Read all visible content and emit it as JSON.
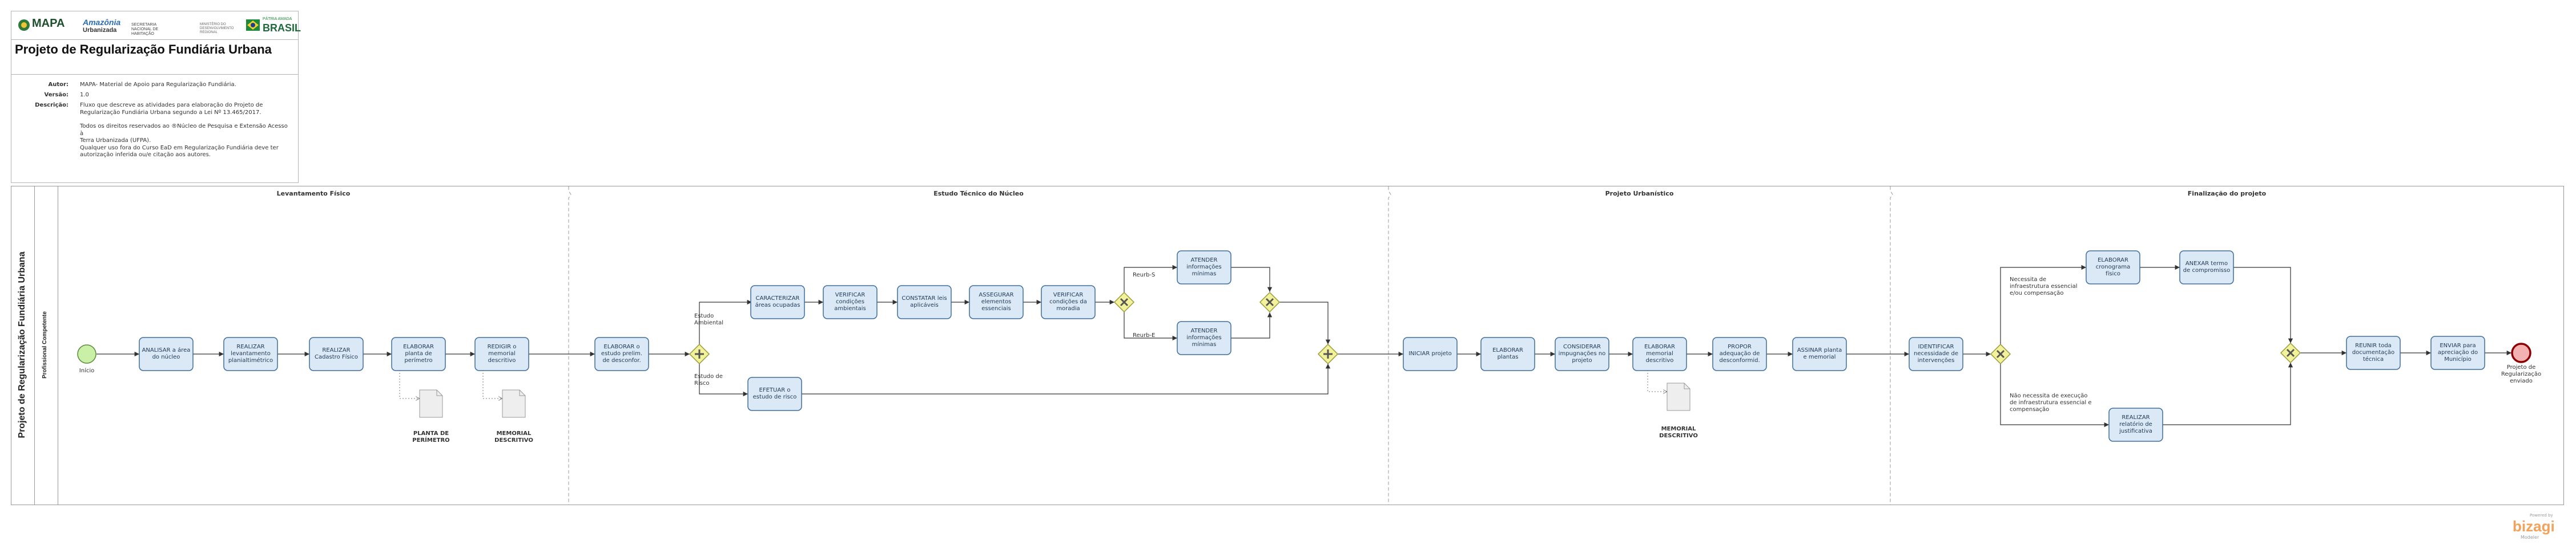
{
  "header": {
    "logos": {
      "mapa": "MAPA",
      "amazonia": "Amazônia",
      "urbanizada": "Urbanizada",
      "secretaria": "SECRETARIA NACIONAL DE HABITAÇÃO",
      "ministerio": "MINISTÉRIO DO DESENVOLVIMENTO REGIONAL",
      "brasil_top": "PÁTRIA AMADA",
      "brasil": "BRASIL"
    },
    "title": "Projeto de Regularização Fundiária Urbana",
    "meta": {
      "autor_label": "Autor:",
      "autor": "MAPA- Material de Apoio para Regularização Fundiária.",
      "versao_label": "Versão:",
      "versao": "1.0",
      "descricao_label": "Descrição:",
      "descricao_lines": [
        "Fluxo que descreve as atividades para elaboração do Projeto de",
        "Regularização Fundiária Urbana segundo a Lei Nº 13.465/2017.",
        "",
        "Todos os direitos reservados ao ®Núcleo de Pesquisa e Extensão Acesso à",
        "Terra Urbanizada (UFPA).",
        "Qualquer uso fora do Curso EaD em Regularização Fundiária deve ter",
        "autorização inferida ou/e citação aos autores."
      ]
    }
  },
  "pool": {
    "name": "Projeto de Regularização Fundiária Urbana",
    "lane": "Profissional Competente"
  },
  "phases": [
    "Levantamento Físico",
    "Estudo Técnico do Núcleo",
    "Projeto Urbanístico",
    "Finalização do projeto"
  ],
  "events": {
    "start": "Início",
    "end": "Projeto de Regularização enviado"
  },
  "tasks": [
    "ANALISAR a área do núcleo",
    "REALIZAR levantamento planialtimétrico",
    "REALIZAR Cadastro Físico",
    "ELABORAR planta de perímetro",
    "REDIGIR o memorial descritivo",
    "ELABORAR o estudo prelim. de desconfor.",
    "CARACTERIZAR áreas ocupadas",
    "VERIFICAR condições ambientais",
    "CONSTATAR leis aplicáveis",
    "ASSEGURAR elementos essenciais",
    "VERIFICAR condições da moradia",
    "ATENDER informações mínimas",
    "ATENDER informações mínimas",
    "EFETUAR o estudo de risco",
    "INICIAR projeto",
    "ELABORAR plantas",
    "CONSIDERAR impugnações no projeto",
    "ELABORAR memorial descritivo",
    "PROPOR adequação de desconformid.",
    "ASSINAR planta e memorial",
    "IDENTIFICAR necessidade de intervenções",
    "ELABORAR cronograma físico",
    "ANEXAR termo de compromisso",
    "REALIZAR relatório de justificativa",
    "REUNIR toda documentação técnica",
    "ENVIAR para apreciação do Município"
  ],
  "flow_labels": {
    "estudo_ambiental": "Estudo Ambiental",
    "estudo_risco": "Estudo de Risco",
    "reurb_s": "Reurb-S",
    "reurb_e": "Reurb-E",
    "necessita": "Necessita de infraestrutura essencial e/ou compensação",
    "nao_necessita": "Não necessita de execução de infraestrutura essencial e compensação"
  },
  "documents": [
    "PLANTA DE PERÍMETRO",
    "MEMORIAL DESCRITIVO",
    "MEMORIAL DESCRITIVO"
  ],
  "footer": {
    "powered": "Powered by",
    "brand": "bizagi",
    "modeler": "Modeler"
  },
  "colors": {
    "task_fill": "#dbe8f5",
    "task_stroke": "#3f6f9f",
    "gateway_fill": "#f2f29a",
    "gateway_stroke": "#9a9a3a",
    "start_fill": "#c9f0a6",
    "end_fill": "#f4b1b1",
    "end_stroke": "#8b0000",
    "brand": "#f3a25c"
  }
}
